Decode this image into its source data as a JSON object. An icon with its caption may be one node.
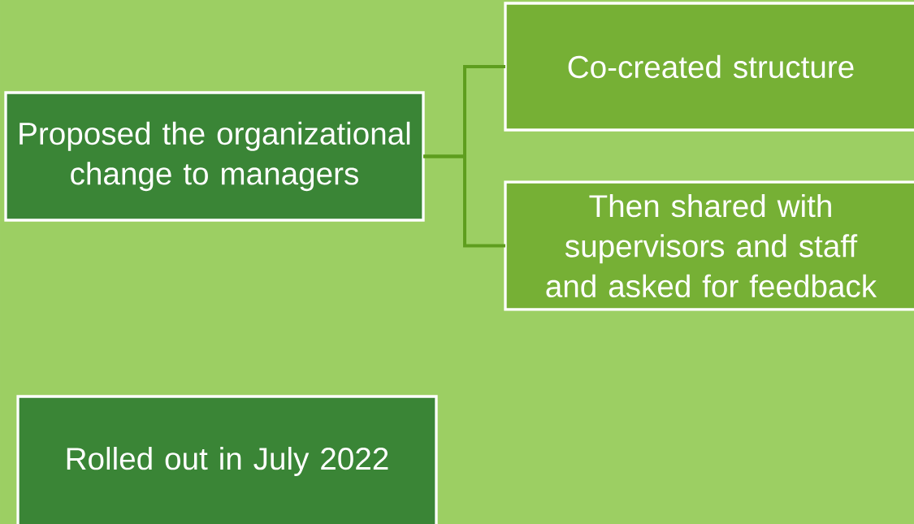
{
  "diagram": {
    "nodes": [
      {
        "text": [
          "Proposed the organizational change to managers"
        ]
      },
      {
        "text": [
          "Co-created structure"
        ]
      },
      {
        "text": [
          "Then shared with supervisors and staff and asked for feedback"
        ]
      },
      {
        "text": [
          "Rolled out in July 2022"
        ]
      }
    ],
    "edges": [
      {
        "from": 0,
        "to": 1,
        "arrow": "none"
      },
      {
        "from": 0,
        "to": 2,
        "arrow": "none"
      }
    ]
  }
}
